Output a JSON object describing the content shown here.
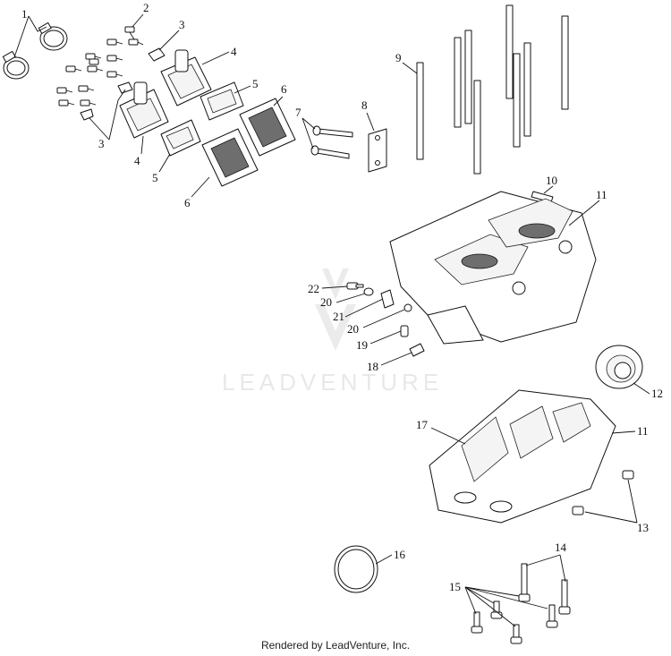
{
  "diagram": {
    "callouts": {
      "c1": "1",
      "c2": "2",
      "c3a": "3",
      "c3b": "3",
      "c4a": "4",
      "c4b": "4",
      "c5a": "5",
      "c5b": "5",
      "c6a": "6",
      "c6b": "6",
      "c7": "7",
      "c8": "8",
      "c9": "9",
      "c10": "10",
      "c11a": "11",
      "c11b": "11",
      "c12": "12",
      "c13": "13",
      "c14": "14",
      "c15": "15",
      "c16": "16",
      "c17": "17",
      "c18": "18",
      "c19": "19",
      "c20a": "20",
      "c20b": "20",
      "c21": "21",
      "c22": "22"
    },
    "watermark": "LEADVENTURE"
  },
  "footer": {
    "text": "Rendered by LeadVenture, Inc."
  }
}
